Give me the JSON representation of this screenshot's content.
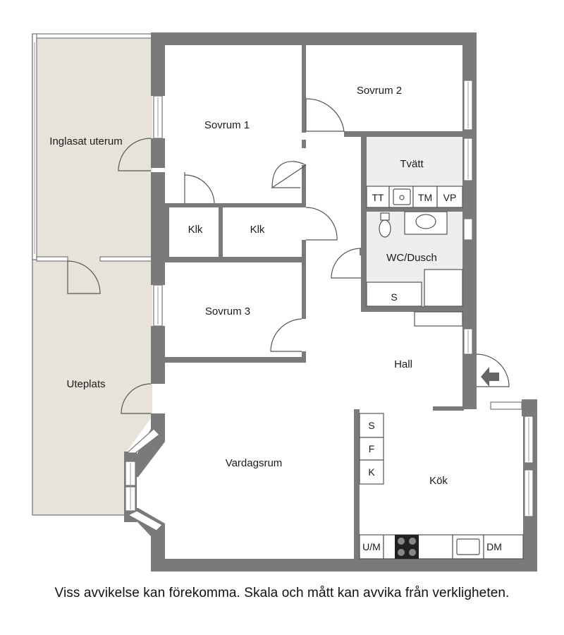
{
  "rooms": {
    "inglasat_uterum": "Inglasat uterum",
    "sovrum1": "Sovrum 1",
    "sovrum2": "Sovrum 2",
    "tvatt": "Tvätt",
    "klk1": "Klk",
    "klk2": "Klk",
    "wc_dusch": "WC/Dusch",
    "sovrum3": "Sovrum 3",
    "hall": "Hall",
    "uteplats": "Uteplats",
    "vardagsrum": "Vardagsrum",
    "kok": "Kök"
  },
  "appliances": {
    "tt": "TT",
    "tm": "TM",
    "vp": "VP",
    "s_bath": "S",
    "s_kitchen": "S",
    "f": "F",
    "k": "K",
    "um": "U/M",
    "dm": "DM"
  },
  "colors": {
    "wall": "#7a7a7a",
    "outdoor": "#e8e3da",
    "floor": "#ffffff",
    "line": "#555555"
  },
  "disclaimer": "Viss avvikelse kan förekomma. Skala och mått kan avvika från verkligheten."
}
